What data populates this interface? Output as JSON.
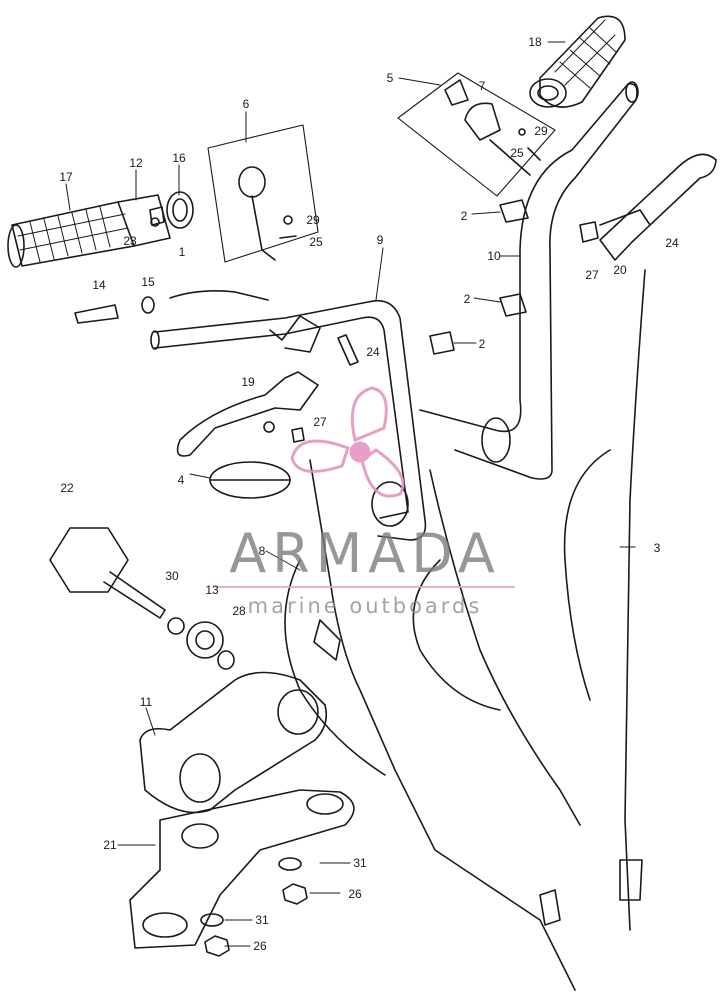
{
  "diagram": {
    "callouts": [
      "1",
      "2",
      "3",
      "4",
      "5",
      "6",
      "7",
      "8",
      "9",
      "10",
      "11",
      "12",
      "13",
      "14",
      "15",
      "16",
      "17",
      "18",
      "19",
      "20",
      "21",
      "22",
      "23",
      "24",
      "25",
      "26",
      "27",
      "28",
      "29",
      "30",
      "31"
    ]
  },
  "watermark": {
    "title": "ARMADA",
    "subtitle": "marine outboards"
  },
  "colors": {
    "line": "#1a1a1a",
    "logo": "#e28fbb"
  }
}
